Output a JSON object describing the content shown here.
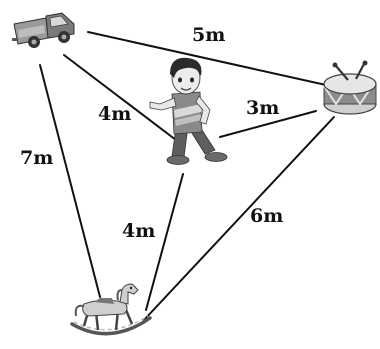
{
  "nodes": [
    {
      "id": "truck",
      "icon": "toy-truck-icon"
    },
    {
      "id": "drum",
      "icon": "toy-drum-icon"
    },
    {
      "id": "boy",
      "icon": "boy-icon"
    },
    {
      "id": "horse",
      "icon": "rocking-horse-icon"
    }
  ],
  "edges": [
    {
      "from": "truck",
      "to": "drum",
      "label": "5m"
    },
    {
      "from": "truck",
      "to": "boy",
      "label": "4m"
    },
    {
      "from": "boy",
      "to": "drum",
      "label": "3m"
    },
    {
      "from": "truck",
      "to": "horse",
      "label": "7m"
    },
    {
      "from": "boy",
      "to": "horse",
      "label": "4m"
    },
    {
      "from": "drum",
      "to": "horse",
      "label": "6m"
    }
  ],
  "colors": {
    "line": "#111111",
    "shirt": "#8a8a8a",
    "pants": "#5e5e5e",
    "hair": "#2b2b2b",
    "skin": "#e8e8e8"
  }
}
